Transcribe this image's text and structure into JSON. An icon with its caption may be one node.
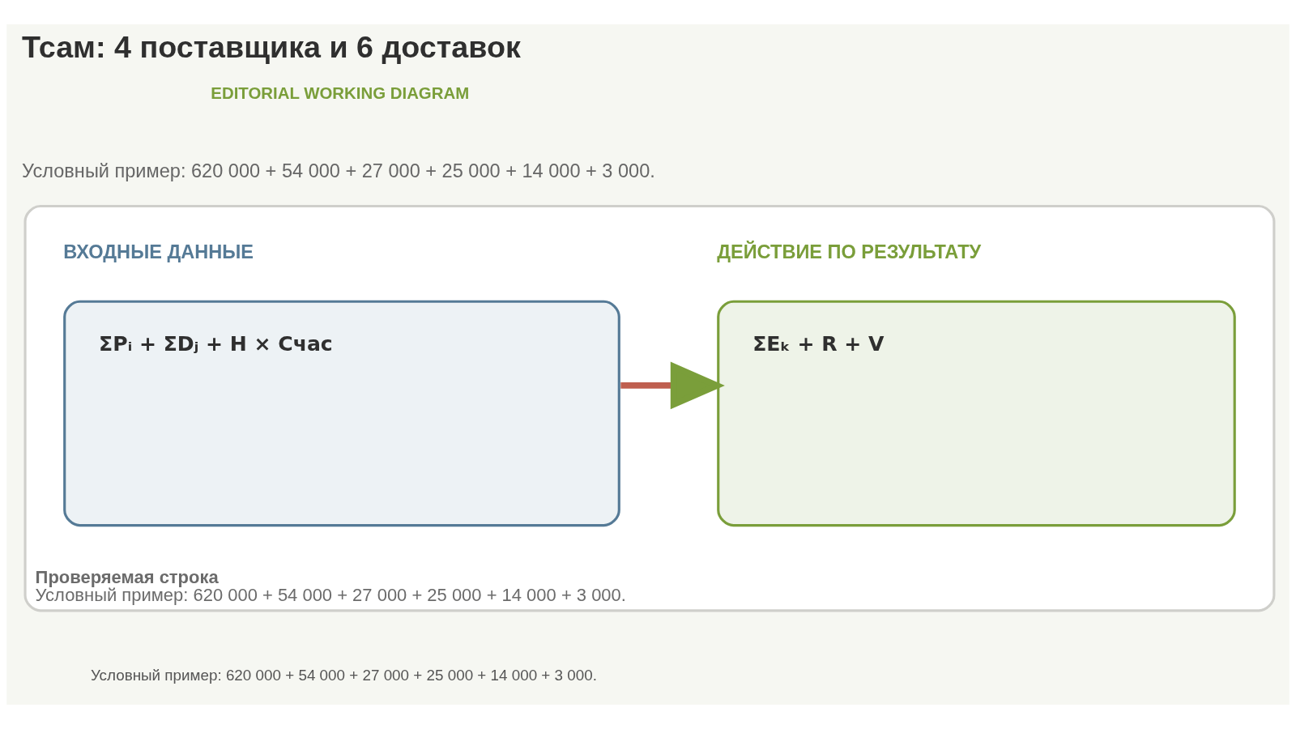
{
  "diagram": {
    "title": "Тсам: 4 поставщика и 6 доставок",
    "nodes": [
      {
        "text": [
          "Проверяемая строка",
          "Условный пример: 620 000 + 54 000 + 27 000 + 25 000 + 14 000 + 3 000."
        ]
      },
      {
        "text": [
          "ВХОДНЫЕ ДАННЫЕ",
          "ΣPᵢ + ΣDⱼ + H × Cчас"
        ],
        "in": 0
      },
      {
        "text": [
          "ДЕЙСТВИЕ ПО РЕЗУЛЬТАТУ",
          "ΣEₖ + R + V"
        ],
        "in": 0
      }
    ],
    "edges": [
      {
        "from": 1,
        "to": 2,
        "arrow": "to",
        "color": "#bf5f4f"
      }
    ],
    "labels": [
      "EDITORIAL WORKING DIAGRAM",
      "Условный пример: 620 000 + 54 000 + 27 000 + 25 000 + 14 000 + 3 000.",
      "Условный пример: 620 000 + 54 000 + 27 000 + 25 000 + 14 000 + 3 000."
    ]
  }
}
